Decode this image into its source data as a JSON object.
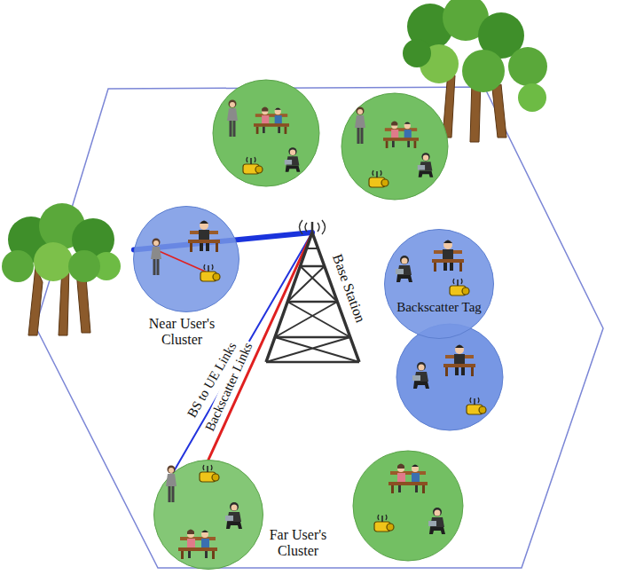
{
  "diagram": {
    "nodes": [
      {
        "text": [
          "Base Station"
        ]
      },
      {
        "text": [
          "Near User's Cluster"
        ]
      },
      {
        "text": [
          "Backscatter Tag"
        ]
      },
      {
        "text": [
          "Far User's Cluster"
        ]
      }
    ],
    "edges": [
      {
        "from": 0,
        "to": 1,
        "arrow": "none"
      },
      {
        "from": 0,
        "to": 3,
        "label": "BS to UE Links",
        "arrow": "none"
      },
      {
        "from": 0,
        "to": 3,
        "label": "Backscatter Links",
        "arrow": "none"
      }
    ]
  }
}
